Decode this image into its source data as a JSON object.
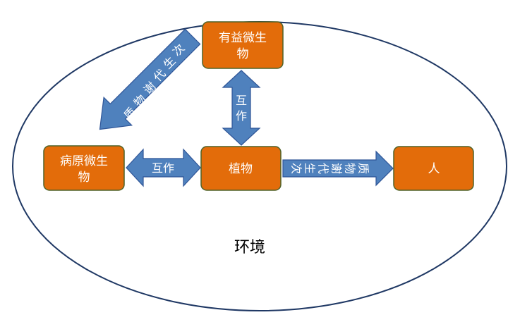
{
  "environment_label": "环境",
  "nodes": {
    "beneficial": [
      "有益微生",
      "物"
    ],
    "pathogen": [
      "病原微生",
      "物"
    ],
    "plant": "植物",
    "human": "人"
  },
  "arrows": {
    "beneficial_to_pathogen": "次生代谢物质",
    "beneficial_plant_label": "互作",
    "pathogen_plant_label": "互作",
    "plant_to_human": "次生代谢物质"
  },
  "colors": {
    "box_fill": "#e36c0a",
    "arrow_fill": "#4f81bd",
    "ellipse_stroke": "#1f3864"
  }
}
